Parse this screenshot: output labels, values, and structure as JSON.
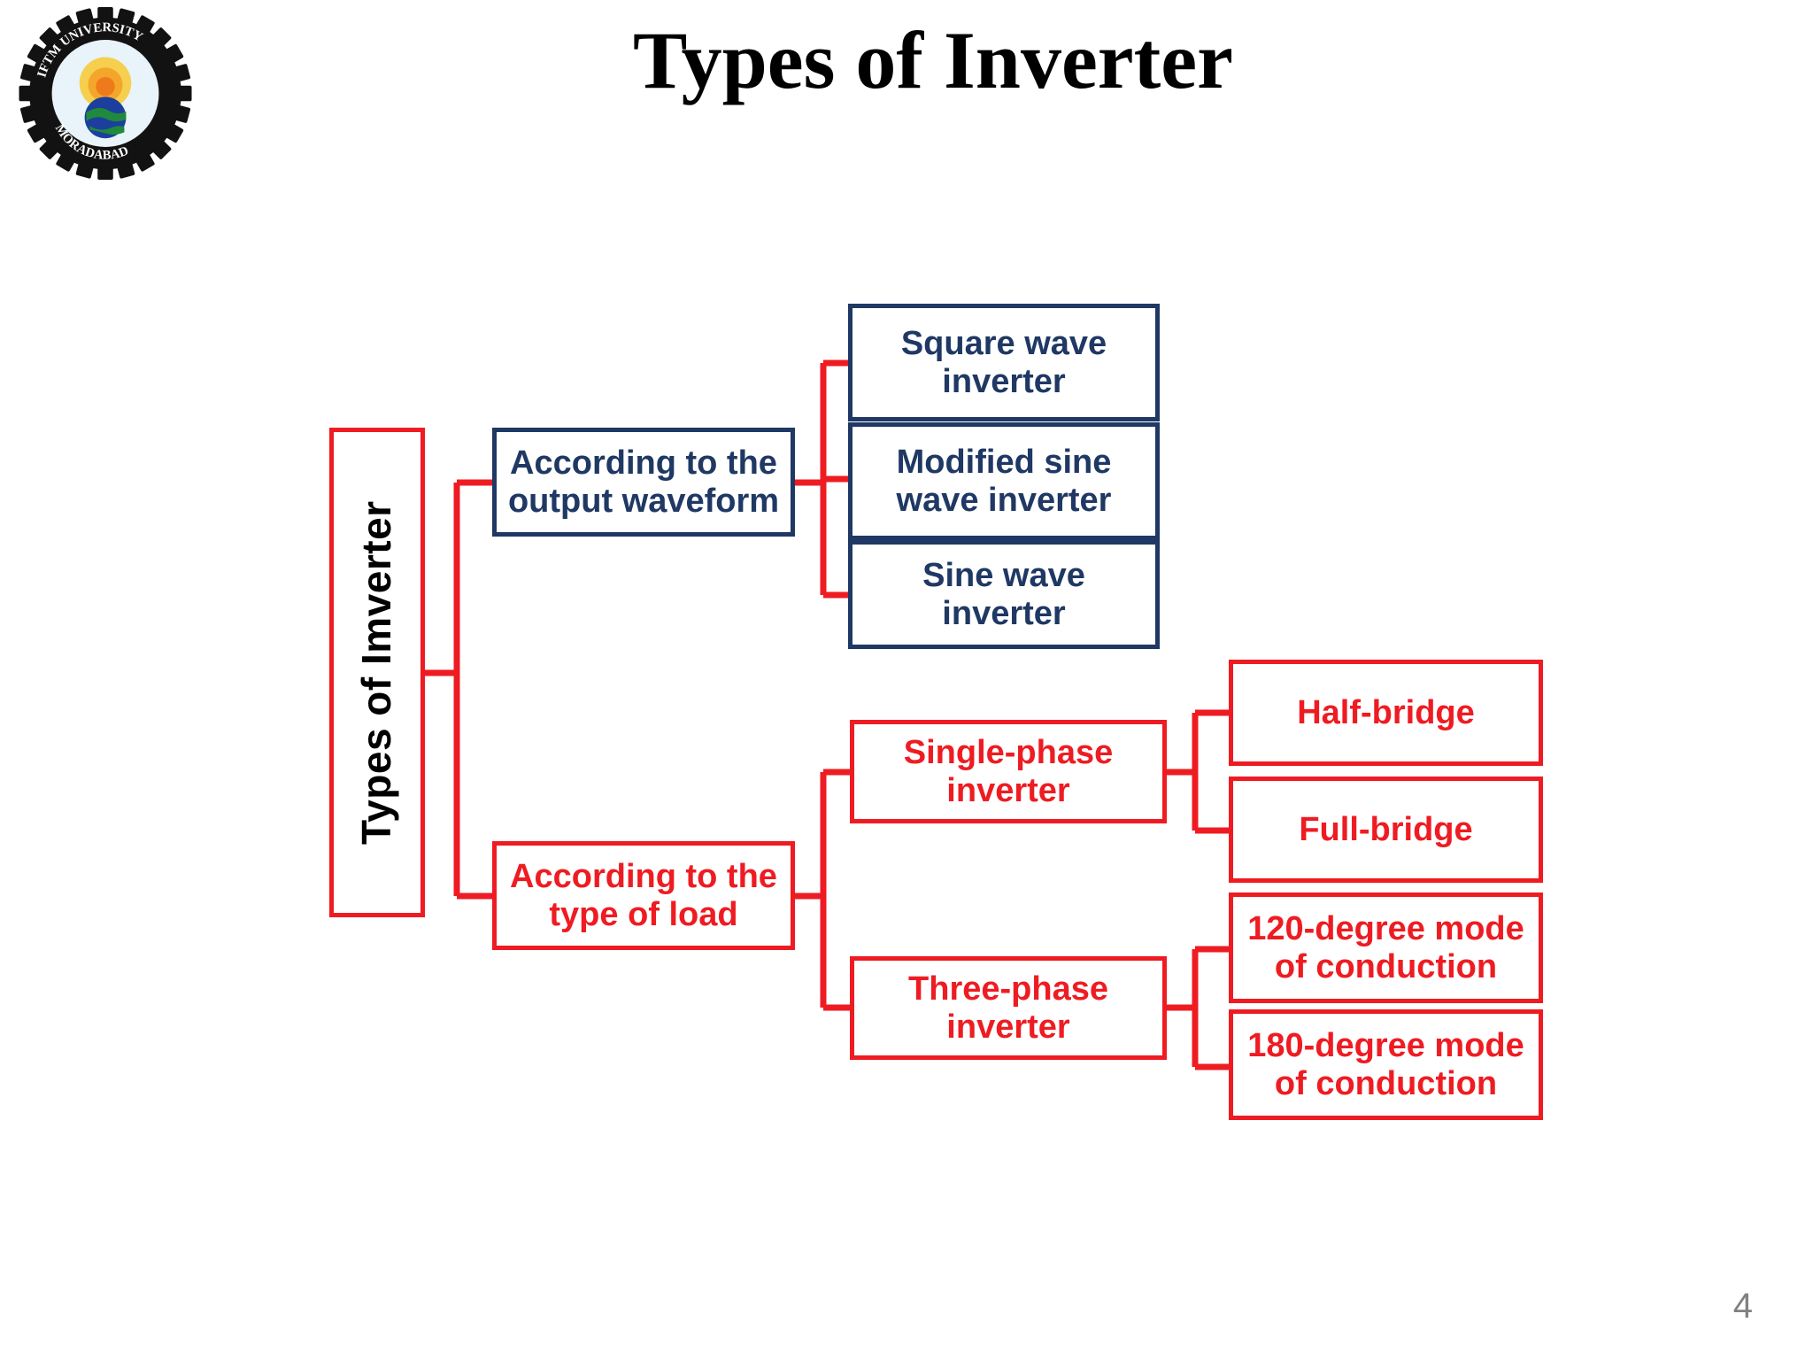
{
  "slide": {
    "title": "Types of Inverter",
    "page_number": "4",
    "background_color": "#ffffff"
  },
  "logo": {
    "name": "ifm-university-moradabad-seal",
    "ring_text_top": "IFTM UNIVERSITY",
    "ring_text_bottom": "MORADABAD",
    "colors": {
      "gear": "#121212",
      "sun": "#f4b72a",
      "sun_core": "#f07c1a",
      "globe_land": "#1f8a3c",
      "globe_sea": "#1c3f9e",
      "disc": "#e8f3fa"
    }
  },
  "theme": {
    "blue": "#1f3864",
    "red": "#ee1c22",
    "black": "#000000",
    "page_number_color": "#808080"
  },
  "chart_data": {
    "type": "tree-diagram",
    "title": "Types of Inverter",
    "orientation": "left-to-right",
    "root": {
      "label": "Types of Imverter",
      "color": "#000000",
      "border": "#ee1c22"
    },
    "branches": [
      {
        "label": "According to the output waveform",
        "color": "#1f3864",
        "children": [
          {
            "label": "Square wave inverter",
            "color": "#1f3864"
          },
          {
            "label": "Modified sine wave inverter",
            "color": "#1f3864"
          },
          {
            "label": "Sine wave inverter",
            "color": "#1f3864"
          }
        ]
      },
      {
        "label": "According to the type of load",
        "color": "#ee1c22",
        "children": [
          {
            "label": "Single-phase inverter",
            "color": "#ee1c22",
            "children": [
              {
                "label": "Half-bridge",
                "color": "#ee1c22"
              },
              {
                "label": "Full-bridge",
                "color": "#ee1c22"
              }
            ]
          },
          {
            "label": "Three-phase inverter",
            "color": "#ee1c22",
            "children": [
              {
                "label": "120-degree mode of conduction",
                "color": "#ee1c22"
              },
              {
                "label": "180-degree mode of conduction",
                "color": "#ee1c22"
              }
            ]
          }
        ]
      }
    ]
  },
  "nodes": {
    "root": "Types of Imverter",
    "branch_waveform": "According to the\noutput waveform",
    "branch_waveform_l1": "According to the",
    "branch_waveform_l2": "output waveform",
    "branch_load_l1": "According to the",
    "branch_load_l2": "type of load",
    "square_wave_l1": "Square wave",
    "square_wave_l2": "inverter",
    "modified_sine_l1": "Modified sine",
    "modified_sine_l2": "wave inverter",
    "sine_wave_l1": "Sine wave",
    "sine_wave_l2": "inverter",
    "single_phase_l1": "Single-phase",
    "single_phase_l2": "inverter",
    "three_phase_l1": "Three-phase",
    "three_phase_l2": "inverter",
    "half_bridge": "Half-bridge",
    "full_bridge": "Full-bridge",
    "mode_120_l1": "120-degree mode",
    "mode_120_l2": "of conduction",
    "mode_180_l1": "180-degree mode",
    "mode_180_l2": "of conduction"
  }
}
